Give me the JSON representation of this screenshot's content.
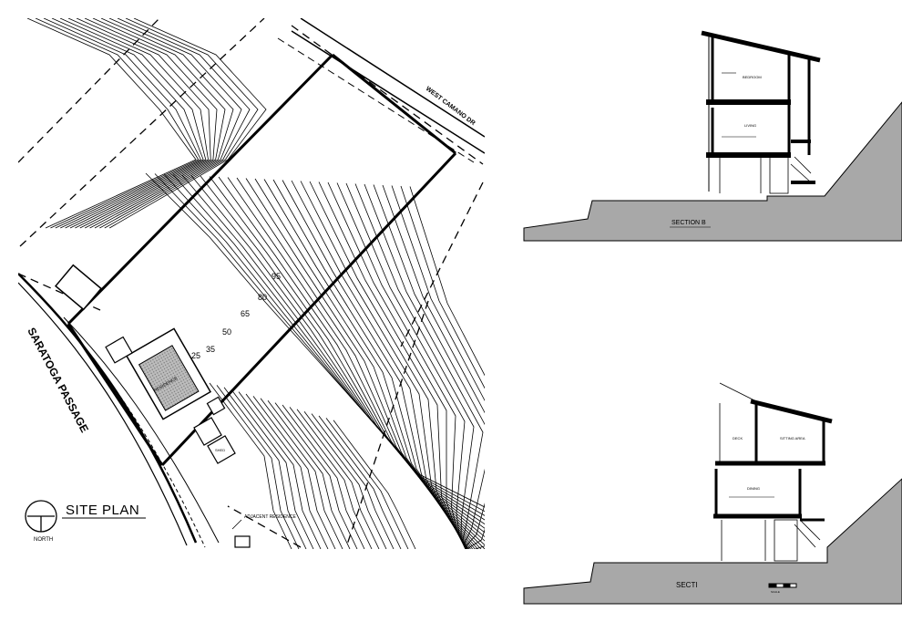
{
  "site_plan": {
    "title": "SITE PLAN",
    "north_label": "NORTH",
    "road_main": "SARATOGA PASSAGE",
    "road_top": "WEST CAMANO DR",
    "adjacent": "ADJACENT RESIDENCE",
    "structure_label": "RESIDENCE",
    "shed_label": "SHED",
    "contours": [
      "95",
      "80",
      "65",
      "50",
      "35",
      "25"
    ]
  },
  "section_b": {
    "title": "SECTION B",
    "room_upper": "BEDROOM",
    "room_lower": "LIVING"
  },
  "section_a": {
    "title": "SECTI",
    "room_deck": "DECK",
    "room_sitting": "SITTING AREA",
    "room_dining": "DINING",
    "scale_label": "SCALE"
  }
}
